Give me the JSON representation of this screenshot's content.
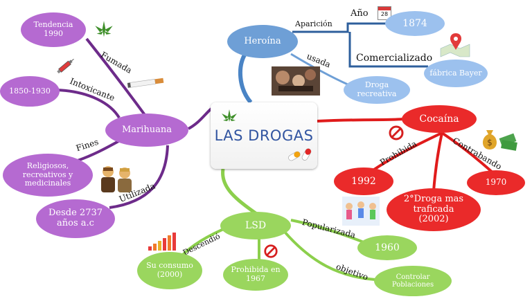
{
  "center": {
    "title": "LAS DROGAS"
  },
  "nodes": {
    "tendencia": "Tendencia 1990",
    "y1850": "1850-1930",
    "marihuana": "Marihuana",
    "religiosos": "Religiosos, recreativos y medicinales",
    "desde": "Desde 2737 años a.c",
    "heroina": "Heroína",
    "y1874": "1874",
    "bayer": "fábrica Bayer",
    "recreativa": "Droga recreativa",
    "cocaina": "Cocaína",
    "y1992": "1992",
    "segunda": "2°Droga mas traficada (2002)",
    "y1970": "1970",
    "lsd": "LSD",
    "y1960": "1960",
    "consumo": "Su consumo (2000)",
    "prohibida1967": "Prohibida en 1967",
    "controlar": "Controlar Poblaciones"
  },
  "labels": {
    "fumada": "Fumada",
    "intoxicante": "Intoxicante",
    "fines": "Fines",
    "utilizada": "Utilizada",
    "aparicion": "Aparición",
    "anio": "Año",
    "usada": "usada",
    "comercializado": "Comercializado",
    "prohibida": "Prohibida",
    "contrabando": "Contrabando",
    "popularizada": "Popularizada",
    "descendio": "Descendió",
    "objetivo": "objetivo"
  },
  "calendar_day": "28",
  "colors": {
    "marihuana": "#b56ad1",
    "heroina": "#6e9fd6",
    "cocaina": "#ea2a2a",
    "lsd": "#9ad65e",
    "title": "#3154a0"
  }
}
